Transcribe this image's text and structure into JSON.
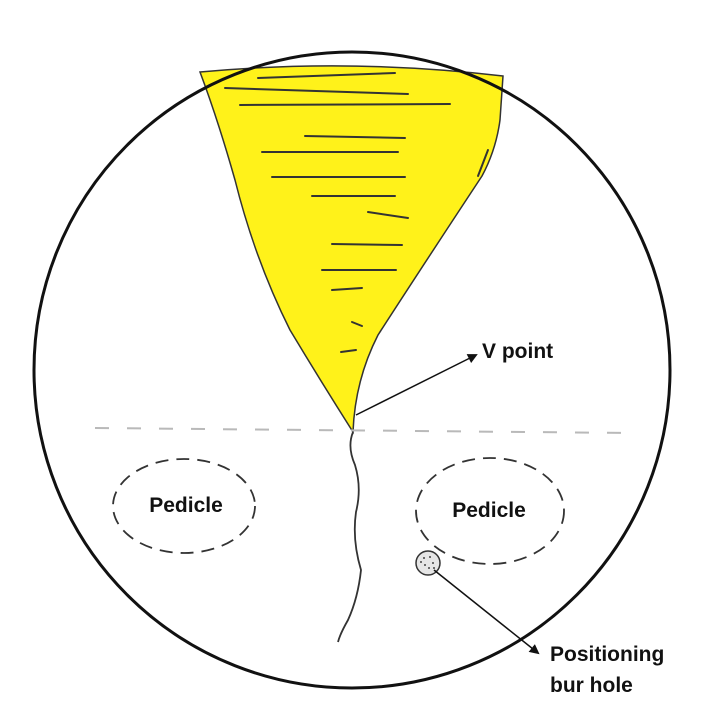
{
  "colors": {
    "background": "#ffffff",
    "outline": "#111111",
    "yellow_region": "#fff21a",
    "dashed_line": "#b9b9b9",
    "bur_hole_fill": "#e6e6e6"
  },
  "labels": {
    "pedicle_left": "Pedicle",
    "pedicle_right": "Pedicle",
    "v_point": "V point",
    "positioning_line1": "Positioning",
    "positioning_line2": "bur hole"
  }
}
